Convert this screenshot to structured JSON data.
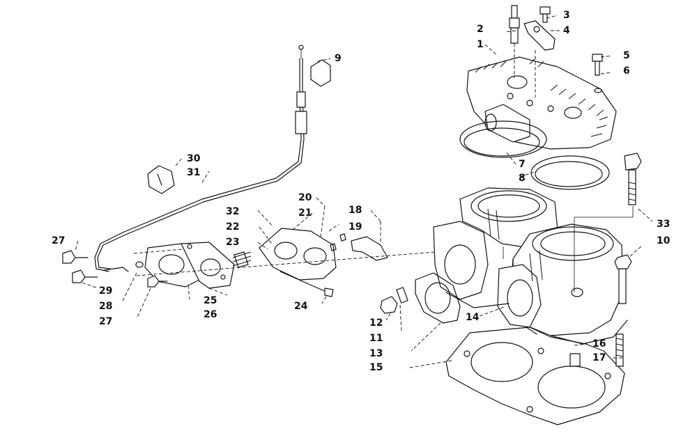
{
  "colors": {
    "line": "#111111",
    "background": "#ffffff"
  },
  "callouts": [
    {
      "id": "c1",
      "label": "1"
    },
    {
      "id": "c2",
      "label": "2"
    },
    {
      "id": "c3",
      "label": "3"
    },
    {
      "id": "c4",
      "label": "4"
    },
    {
      "id": "c5",
      "label": "5"
    },
    {
      "id": "c6",
      "label": "6"
    },
    {
      "id": "c7",
      "label": "7"
    },
    {
      "id": "c8",
      "label": "8"
    },
    {
      "id": "c9",
      "label": "9"
    },
    {
      "id": "c10",
      "label": "10"
    },
    {
      "id": "c11",
      "label": "11"
    },
    {
      "id": "c12",
      "label": "12"
    },
    {
      "id": "c13",
      "label": "13"
    },
    {
      "id": "c14",
      "label": "14"
    },
    {
      "id": "c15",
      "label": "15"
    },
    {
      "id": "c16",
      "label": "16"
    },
    {
      "id": "c17",
      "label": "17"
    },
    {
      "id": "c18",
      "label": "18"
    },
    {
      "id": "c19",
      "label": "19"
    },
    {
      "id": "c20",
      "label": "20"
    },
    {
      "id": "c21",
      "label": "21"
    },
    {
      "id": "c22",
      "label": "22"
    },
    {
      "id": "c23",
      "label": "23"
    },
    {
      "id": "c24",
      "label": "24"
    },
    {
      "id": "c25",
      "label": "25"
    },
    {
      "id": "c26",
      "label": "26"
    },
    {
      "id": "c27a",
      "label": "27"
    },
    {
      "id": "c27b",
      "label": "27"
    },
    {
      "id": "c28",
      "label": "28"
    },
    {
      "id": "c29",
      "label": "29"
    },
    {
      "id": "c30",
      "label": "30"
    },
    {
      "id": "c31",
      "label": "31"
    },
    {
      "id": "c32",
      "label": "32"
    },
    {
      "id": "c33",
      "label": "33"
    }
  ]
}
